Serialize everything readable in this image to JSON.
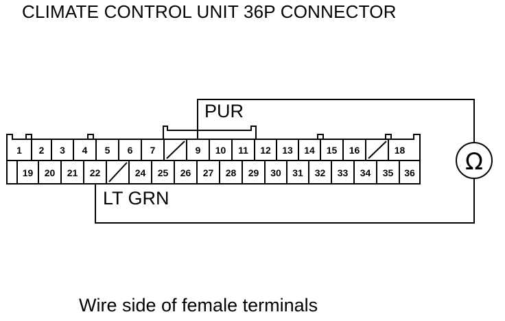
{
  "title": "CLIMATE CONTROL UNIT 36P CONNECTOR",
  "caption": "Wire side of female terminals",
  "wire_top_label": "PUR",
  "wire_bottom_label": "LT GRN",
  "meter_symbol": "Ω",
  "top_row": [
    "1",
    "2",
    "3",
    "4",
    "5",
    "6",
    "7",
    "",
    "9",
    "10",
    "11",
    "12",
    "13",
    "14",
    "15",
    "16",
    "",
    "18"
  ],
  "bottom_row": [
    "",
    "19",
    "20",
    "21",
    "22",
    "",
    "24",
    "25",
    "26",
    "27",
    "28",
    "29",
    "30",
    "31",
    "32",
    "33",
    "34",
    "35",
    "36"
  ]
}
